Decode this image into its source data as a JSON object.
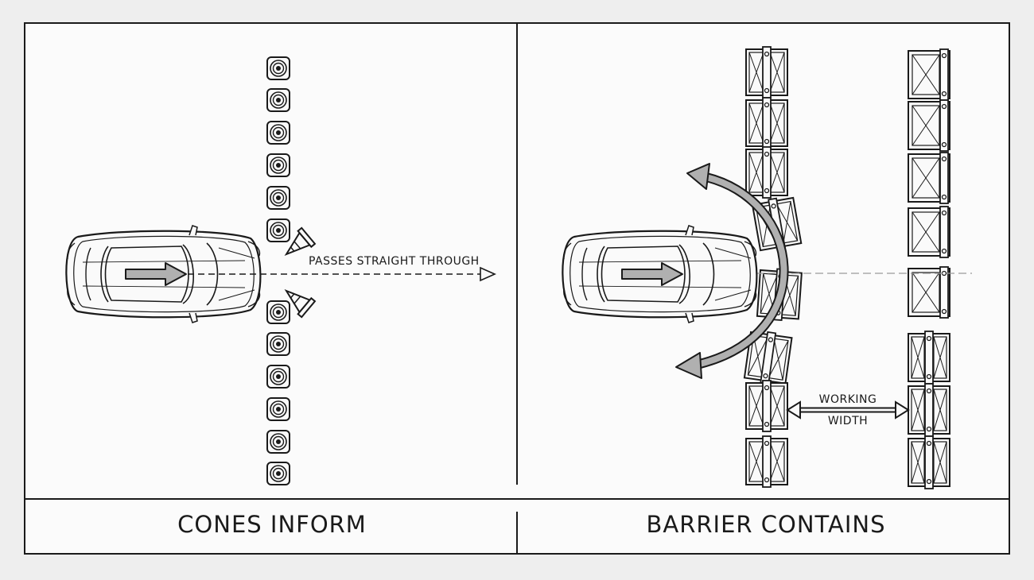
{
  "left_panel": {
    "annotation": "PASSES STRAIGHT THROUGH",
    "caption": "CONES INFORM"
  },
  "right_panel": {
    "dimension_label_line1": "WORKING",
    "dimension_label_line2": "WIDTH",
    "caption": "BARRIER CONTAINS"
  }
}
